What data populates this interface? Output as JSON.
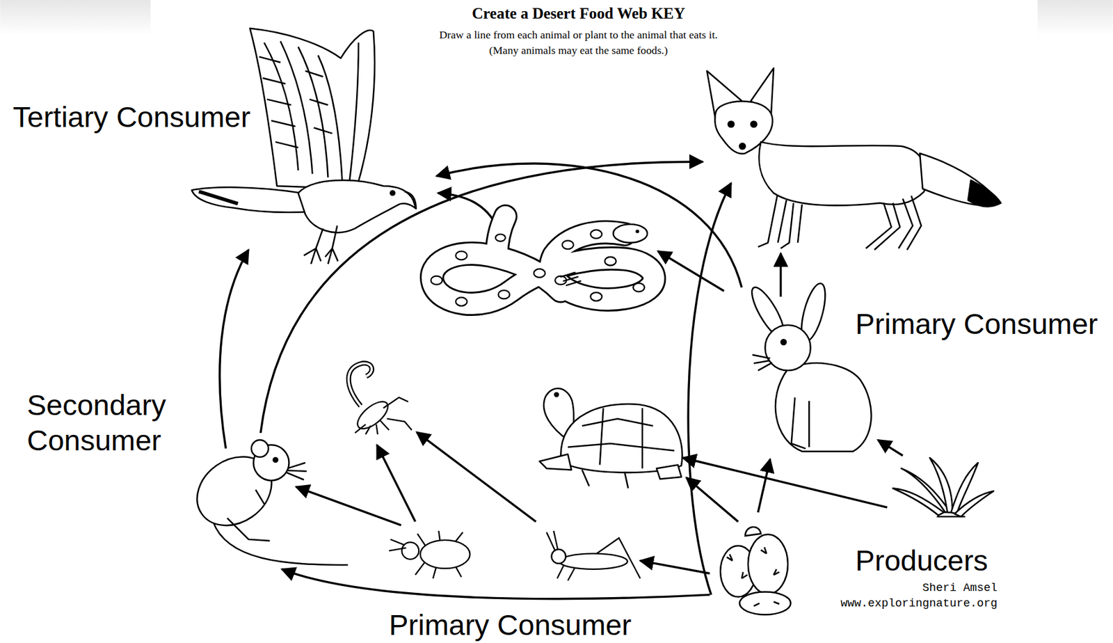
{
  "diagram": {
    "title": "Create a Desert Food Web KEY",
    "labels": [
      "Draw a line from each animal or plant to the animal that eats it.",
      "(Many animals may eat the same foods.)",
      "Tertiary Consumer",
      "Primary Consumer",
      "Secondary Consumer",
      "Producers",
      "Primary Consumer",
      "Sheri Amsel",
      "www.exploringnature.org"
    ]
  }
}
